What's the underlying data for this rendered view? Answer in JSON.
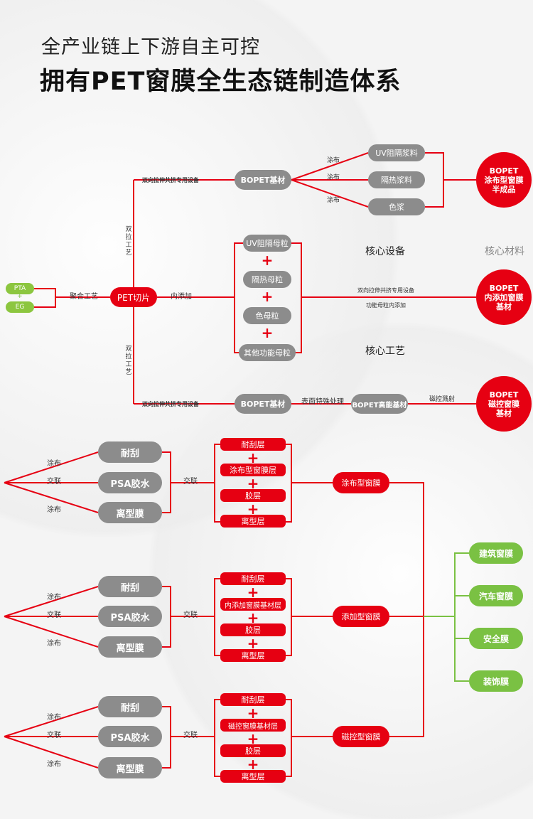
{
  "header": {
    "title_line1": "全产业链上下游自主可控",
    "title_line2": "拥有PET窗膜全生态链制造体系"
  },
  "upper": {
    "raw": [
      "PTA",
      "+",
      "EG"
    ],
    "polymerization_label": "聚合工艺",
    "pet_chip": "PET切片",
    "add_inside_label": "内添加",
    "biaxial_vertical": "双拉工艺",
    "equip_label": "双向拉伸共挤专用设备",
    "bopet": "BOPET基材",
    "coating_label": "涂布",
    "coating_items": [
      "UV阻隔浆料",
      "隔热浆料",
      "色浆"
    ],
    "result_coated": [
      "BOPET",
      "涂布型窗膜",
      "半成品"
    ],
    "masterbatches": [
      "UV阻隔母粒",
      "隔热母粒",
      "色母粒",
      "其他功能母粒"
    ],
    "core_equipment": "核心设备",
    "core_material": "核心材料",
    "core_process": "核心工艺",
    "mid_equip_label": "双向拉伸共挤专用设备",
    "mid_func_label": "功能母粒内添加",
    "result_inner": [
      "BOPET",
      "内添加窗膜",
      "基材"
    ],
    "surface_label": "表面特殊处理",
    "bopet_high": "BOPET高能基材",
    "sputter_label": "磁控溅射",
    "result_magnetron": [
      "BOPET",
      "磁控窗膜",
      "基材"
    ]
  },
  "lower": {
    "left_labels": [
      "涂布",
      "交联",
      "涂布"
    ],
    "left_items": [
      "耐刮",
      "PSA胶水",
      "离型膜"
    ],
    "cross_label": "交联",
    "groups": [
      {
        "layers": [
          "耐刮层",
          "涂布型窗膜层",
          "胶层",
          "离型层"
        ],
        "product": "涂布型窗膜"
      },
      {
        "layers": [
          "耐刮层",
          "内添加窗膜基材层",
          "胶层",
          "离型层"
        ],
        "product": "添加型窗膜"
      },
      {
        "layers": [
          "耐刮层",
          "磁控窗膜基材层",
          "胶层",
          "离型层"
        ],
        "product": "磁控型窗膜"
      }
    ],
    "applications": [
      "建筑窗膜",
      "汽车窗膜",
      "安全膜",
      "装饰膜"
    ]
  },
  "colors": {
    "red": "#e60012",
    "gray": "#8c8c8c",
    "green": "#7ac143"
  }
}
